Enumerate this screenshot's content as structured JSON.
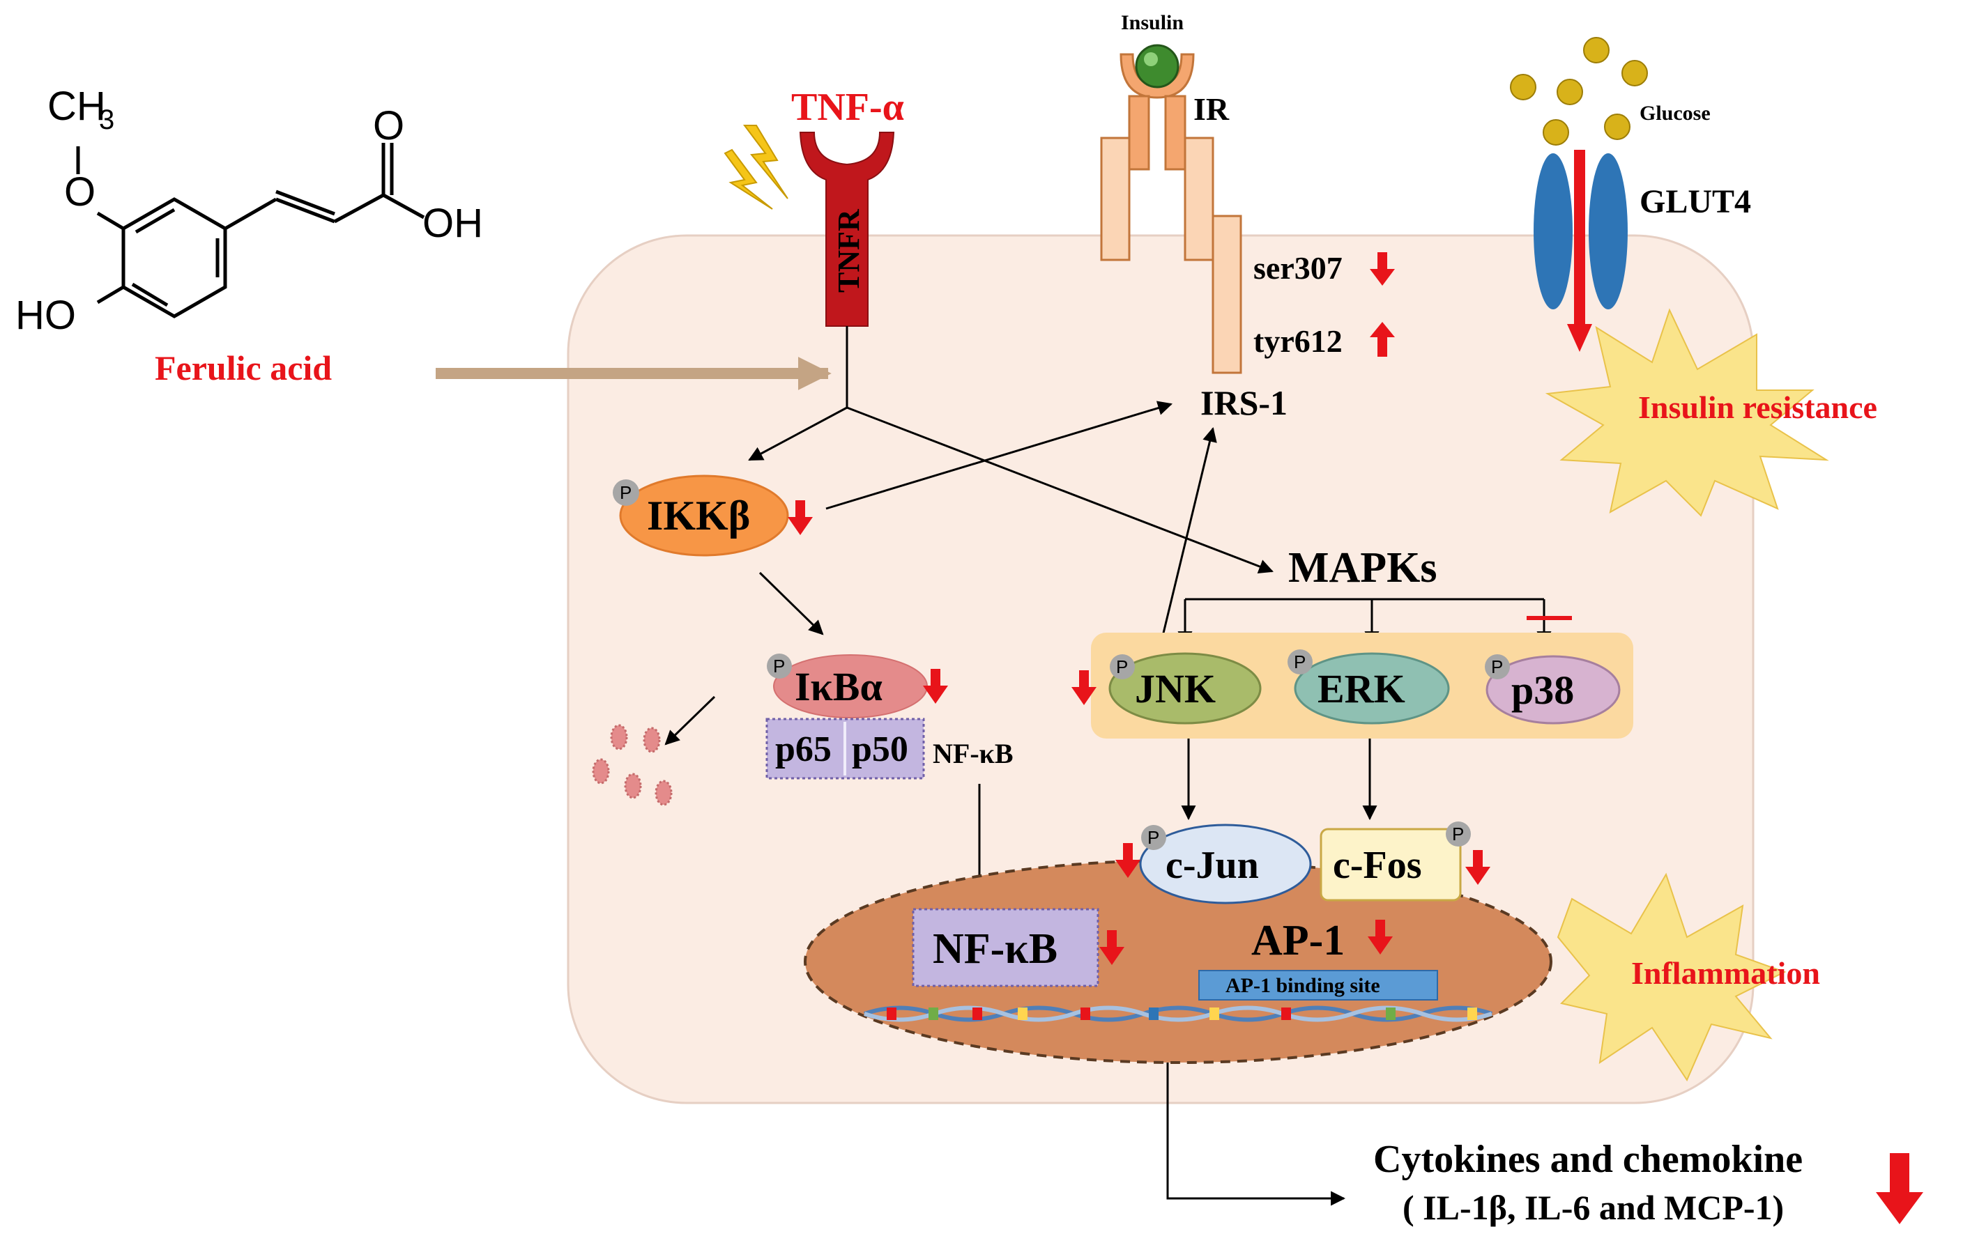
{
  "compound": {
    "name": "Ferulic acid",
    "atoms": {
      "ch3": "CH",
      "ch3_sub": "3",
      "o_ether": "O",
      "o_carbonyl": "O",
      "oh_acid": "OH",
      "ho_phenol": "HO"
    }
  },
  "receptors": {
    "tnf_alpha": "TNF-α",
    "tnfr": "TNFR",
    "insulin": "Insulin",
    "ir": "IR",
    "glucose": "Glucose",
    "glut4": "GLUT4",
    "ser307": "ser307",
    "tyr612": "tyr612",
    "irs1": "IRS-1"
  },
  "signaling": {
    "ikkb": "IKKβ",
    "ikba": "IκBα",
    "p65": "p65",
    "p50": "p50",
    "nfkb_complex": "NF-κB",
    "mapks": "MAPKs",
    "jnk": "JNK",
    "erk": "ERK",
    "p38": "p38",
    "cjun": "c-Jun",
    "cfos": "c-Fos",
    "phospho": "P"
  },
  "nucleus": {
    "nfkb": "NF-κB",
    "ap1": "AP-1",
    "ap1_site": "AP-1 binding site"
  },
  "outcomes": {
    "insulin_resistance": "Insulin resistance",
    "inflammation": "Inflammation",
    "cytokines_line1": "Cytokines and chemokine",
    "cytokines_line2": "( IL-1β, IL-6 and MCP-1)"
  },
  "colors": {
    "cell": "#fbece3",
    "cell_border": "#e8d2c6",
    "nucleus": "#d4895c",
    "red": "#e8141a",
    "tnfr": "#c0171c",
    "ikkb": "#f79646",
    "ikba": "#e48b8b",
    "nfkb_box": "#c3b6e0",
    "mapk_band": "#fbd9a0",
    "jnk": "#a9bb6a",
    "erk": "#8fc0b2",
    "p38": "#d7b3d0",
    "cjun": "#dce6f4",
    "cfos": "#fdf3c9",
    "ir": "#fbd5b5",
    "ir_inner": "#f4a66f",
    "glut4": "#2e75b6",
    "starburst": "#fae48b",
    "glucose": "#d8b21a"
  }
}
